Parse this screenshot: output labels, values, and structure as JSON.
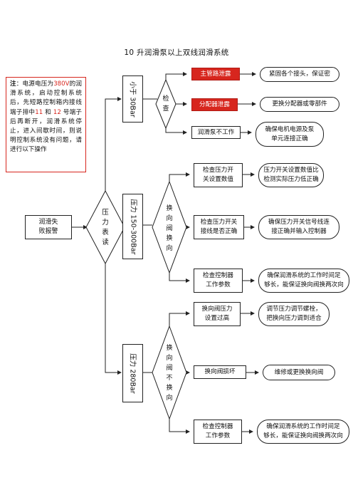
{
  "title": "10 升润滑泵以上双线润滑系统",
  "note": {
    "label": "注",
    "sep": "：",
    "p1": "电源电压为",
    "voltage": "380V",
    "p2": "的润滑系统，启动控制系统后，先短路控制箱内接线端子排中",
    "term1": "11",
    "and": " 和 ",
    "term2": "12",
    "p3": " 号端子后再断开，润滑系统停止，进入间歇时间，则说明控制系统没有问题，请进行以下操作"
  },
  "start": "润滑失\n败报警",
  "diamond_main": "压\n力\n表\n读",
  "ranges": {
    "low": "小于 30Bar",
    "mid": "压力 150-300Bar",
    "high": "压力 280Bar"
  },
  "diamonds": {
    "check": "检\n查",
    "switch": "换\n向\n阀\n换\n向",
    "noswitch": "换\n向\n阀\n不\n换\n向"
  },
  "groups": {
    "low": [
      {
        "cause": "主管路泄露",
        "fix": "紧固各个接头，保证密"
      },
      {
        "cause": "分配器泄露",
        "fix": "更换分配器或零部件"
      },
      {
        "cause": "润滑泵不工作",
        "fix": "确保电机电源及泵\n单元连接正确"
      }
    ],
    "mid": [
      {
        "cause": "检查压力开\n关设置数值",
        "fix": "压力开关设置数值比\n检测实际压力低正确"
      },
      {
        "cause": "检查压力开关\n接线是否正确",
        "fix": "确保压力开关信号线连\n接正确并输入控制器"
      },
      {
        "cause": "检查控制器\n工作参数",
        "fix": "确保润滑系统的工作时间足\n够长，能保证换向阀换两次向"
      }
    ],
    "high": [
      {
        "cause": "换向阀压力\n设置过高",
        "fix": "调节压力调节螺栓，\n把换向压力调到适合"
      },
      {
        "cause": "换向阀损坏",
        "fix": "维修或更换换向阀"
      },
      {
        "cause": "检查控制器\n工作参数",
        "fix": "确保润滑系统的工作时间足\n够长，能保证换向阀换两次向"
      }
    ]
  }
}
